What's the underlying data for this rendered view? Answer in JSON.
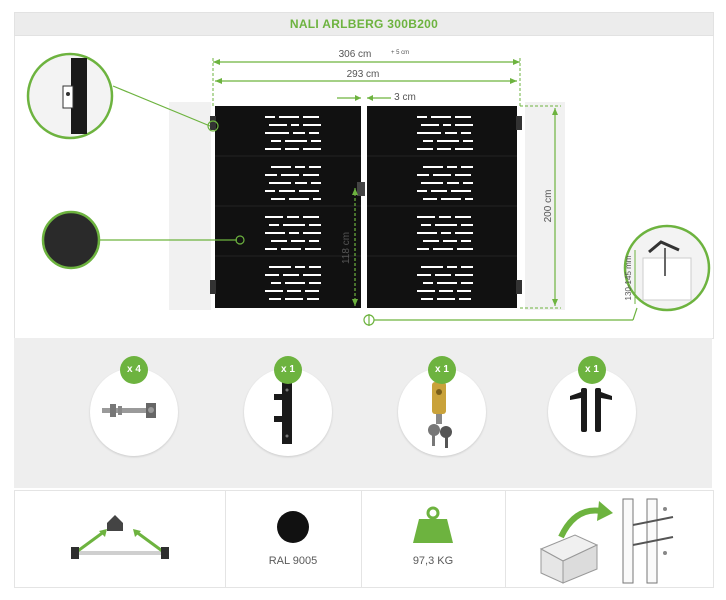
{
  "header": {
    "title": "NALI ARLBERG 300B200"
  },
  "dimensions": {
    "total_width": "306 cm",
    "total_width_tolerance": "+ 5 cm",
    "gate_width": "293 cm",
    "gap": "3 cm",
    "height": "200 cm",
    "handle_height": "118 cm",
    "post_depth": "130-145 mm"
  },
  "accessories": [
    {
      "count": "x 4",
      "icon": "bolt-icon"
    },
    {
      "count": "x 1",
      "icon": "hinge-bracket-icon"
    },
    {
      "count": "x 1",
      "icon": "lock-cylinder-keys-icon"
    },
    {
      "count": "x 1",
      "icon": "handle-set-icon"
    }
  ],
  "specs": {
    "color_label": "RAL 9005",
    "color_hex": "#111111",
    "weight_label": "97,3 KG"
  },
  "colors": {
    "accent": "#6db33f",
    "panel": "#111111"
  }
}
